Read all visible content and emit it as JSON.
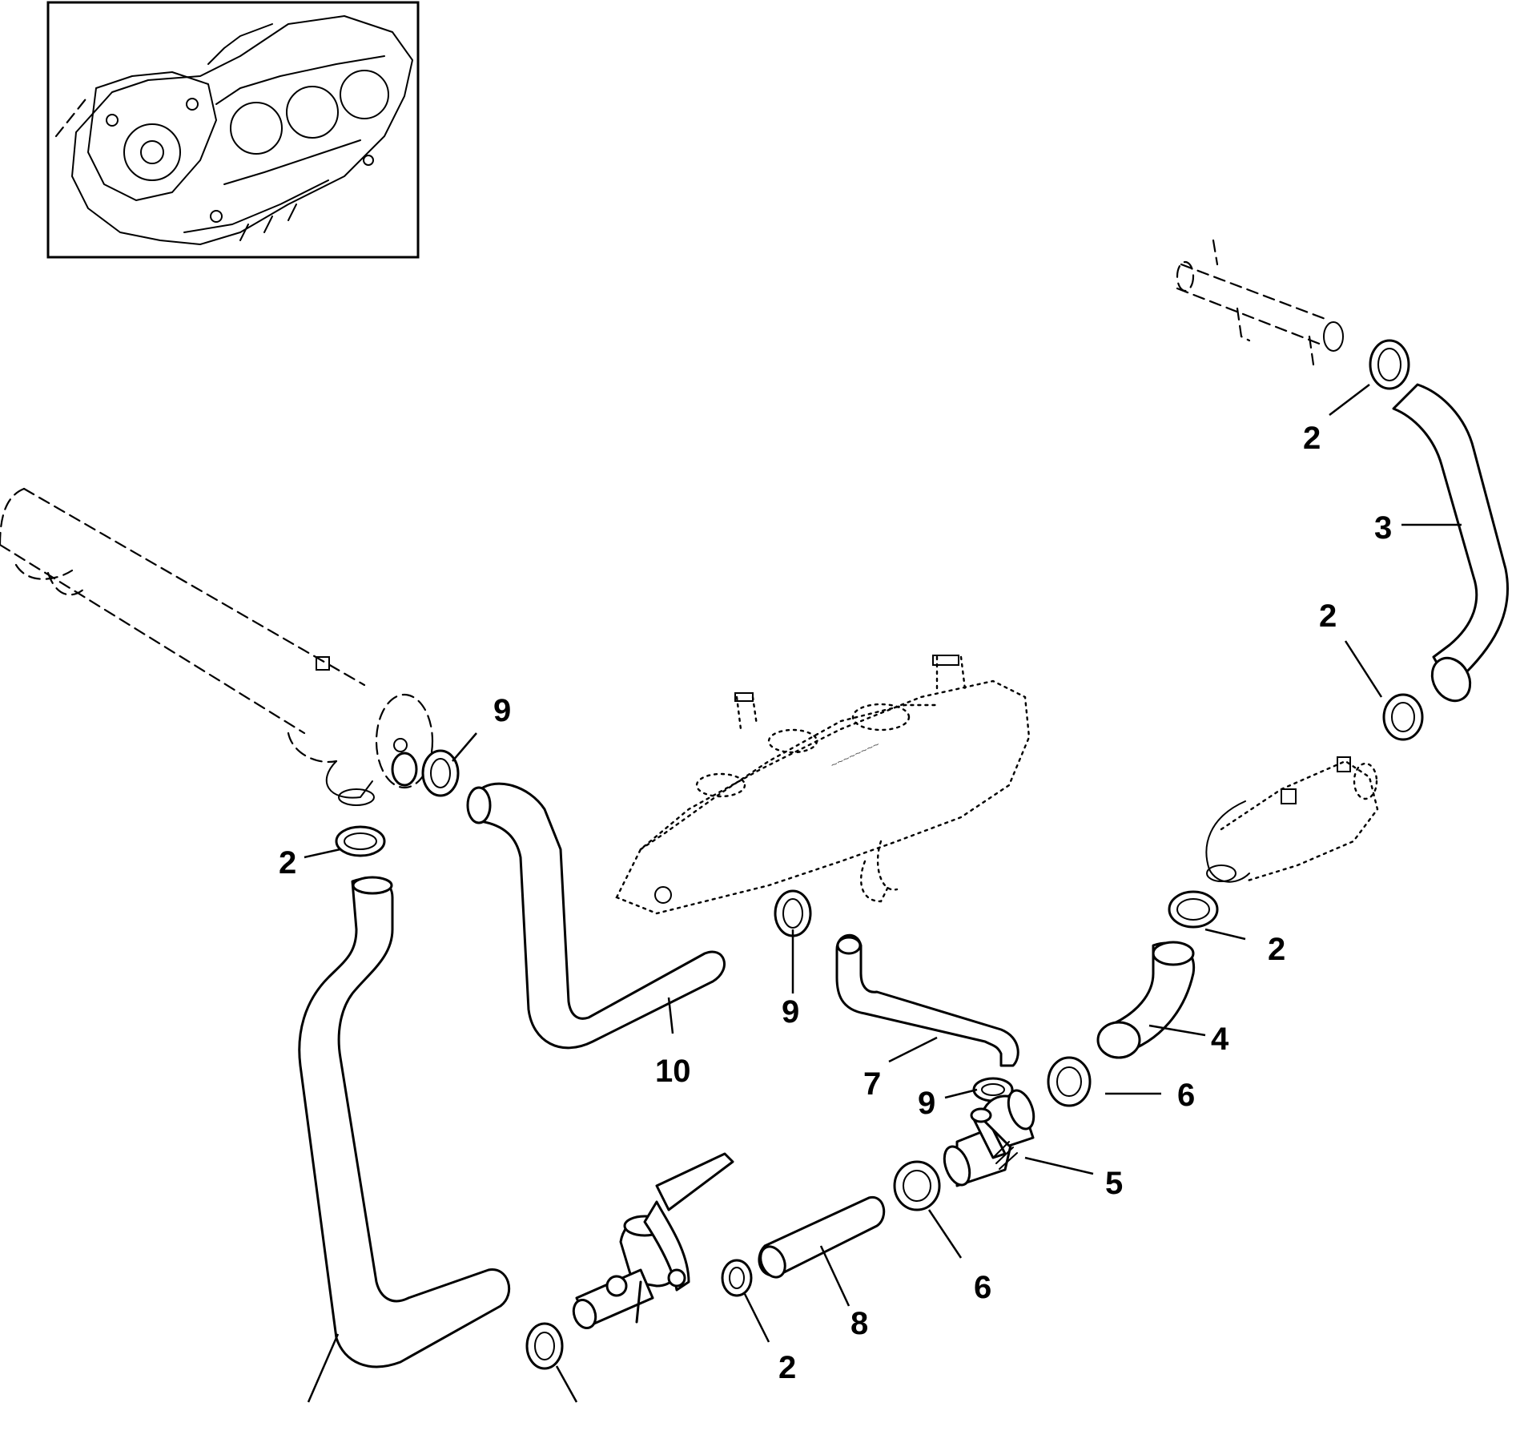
{
  "callouts": [
    "2",
    "3",
    "2",
    "9",
    "2",
    "2",
    "10",
    "9",
    "4",
    "7",
    "9",
    "6",
    "5",
    "6",
    "8",
    "2"
  ]
}
